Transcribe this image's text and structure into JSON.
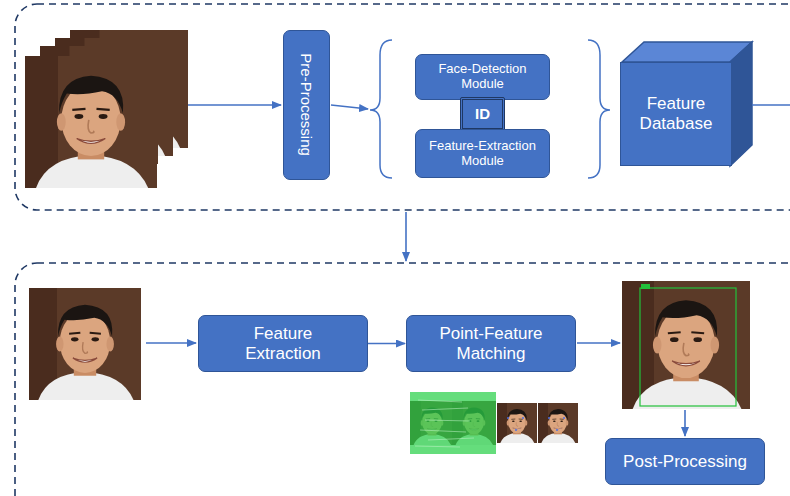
{
  "diagram": {
    "nodes": [
      {
        "text": [
          "Pre-Processing"
        ]
      },
      {
        "text": [
          "Face-Detection Module"
        ]
      },
      {
        "text": [
          "ID"
        ]
      },
      {
        "text": [
          "Feature-Extraction Module"
        ]
      },
      {
        "text": [
          "Feature Database"
        ]
      },
      {
        "text": [
          "Feature Extraction"
        ]
      },
      {
        "text": [
          "Point-Feature Matching"
        ]
      },
      {
        "text": [
          "Post-Processing"
        ]
      }
    ],
    "edges": [
      {
        "from": 5,
        "to": 6,
        "arrow": "to"
      }
    ]
  }
}
